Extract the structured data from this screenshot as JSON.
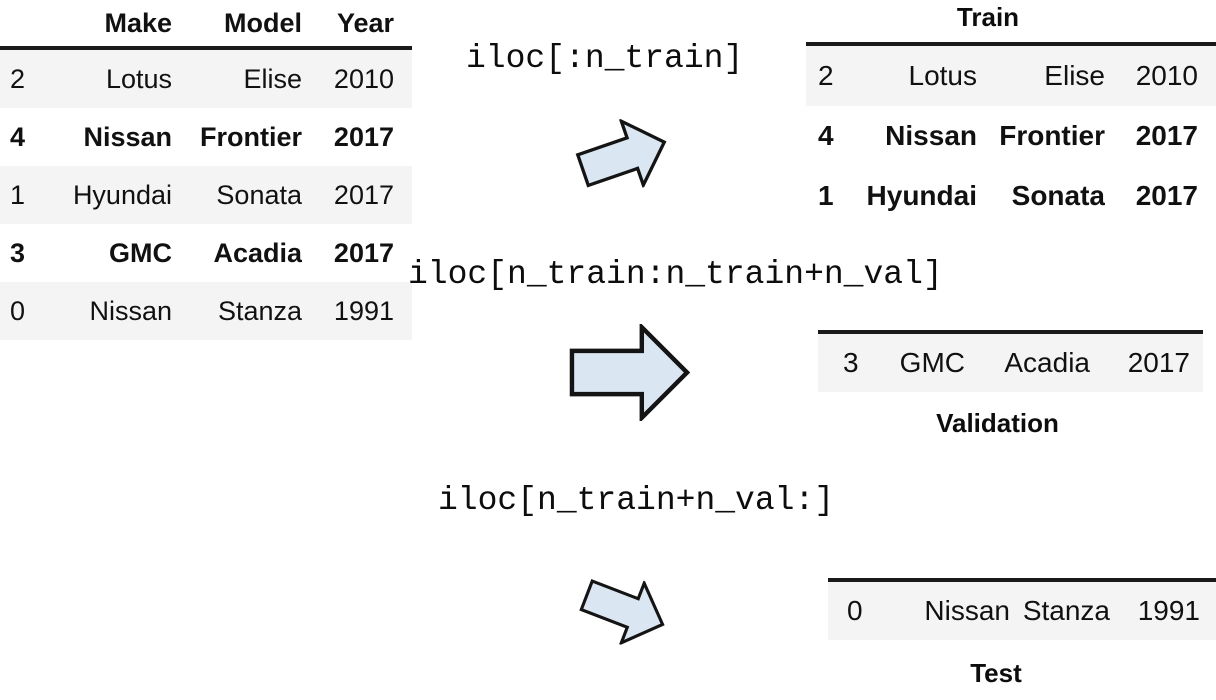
{
  "colors": {
    "background": "#ffffff",
    "stripe": "#f4f4f4",
    "table_border": "#1a1a1a",
    "text": "#111111",
    "arrow_fill": "#dbe6f3",
    "arrow_stroke": "#141414"
  },
  "source_table": {
    "columns": [
      "Make",
      "Model",
      "Year"
    ],
    "rows": [
      {
        "idx": "2",
        "make": "Lotus",
        "model": "Elise",
        "year": "2010"
      },
      {
        "idx": "4",
        "make": "Nissan",
        "model": "Frontier",
        "year": "2017"
      },
      {
        "idx": "1",
        "make": "Hyundai",
        "model": "Sonata",
        "year": "2017"
      },
      {
        "idx": "3",
        "make": "GMC",
        "model": "Acadia",
        "year": "2017"
      },
      {
        "idx": "0",
        "make": "Nissan",
        "model": "Stanza",
        "year": "1991"
      }
    ]
  },
  "splits": [
    {
      "code": "iloc[:n_train]",
      "caption": "Train",
      "rows": [
        {
          "idx": "2",
          "make": "Lotus",
          "model": "Elise",
          "year": "2010"
        },
        {
          "idx": "4",
          "make": "Nissan",
          "model": "Frontier",
          "year": "2017"
        },
        {
          "idx": "1",
          "make": "Hyundai",
          "model": "Sonata",
          "year": "2017"
        }
      ]
    },
    {
      "code": "iloc[n_train:n_train+n_val]",
      "caption": "Validation",
      "rows": [
        {
          "idx": "3",
          "make": "GMC",
          "model": "Acadia",
          "year": "2017"
        }
      ]
    },
    {
      "code": "iloc[n_train+n_val:]",
      "caption": "Test",
      "rows": [
        {
          "idx": "0",
          "make": "Nissan",
          "model": "Stanza",
          "year": "1991"
        }
      ]
    }
  ]
}
